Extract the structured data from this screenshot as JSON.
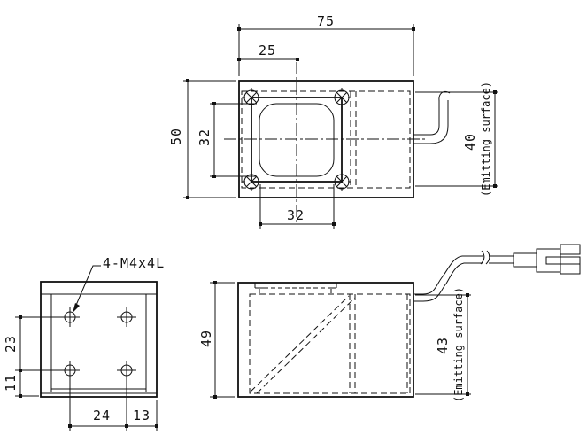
{
  "colors": {
    "line": "#111111",
    "background": "#ffffff"
  },
  "top_view": {
    "dim_overall_width": "75",
    "dim_lens_offset": "25",
    "dim_overall_height": "50",
    "dim_lens_height": "32",
    "dim_lens_width": "32",
    "dim_emitting_height": "40",
    "emitting_label": "(Emitting surface)"
  },
  "back_view": {
    "thread_callout": "4-M4x4L",
    "dim_hole_spacing_v": "23",
    "dim_hole_to_bottom": "11",
    "dim_hole_spacing_h": "24",
    "dim_hole_to_edge": "13"
  },
  "side_view": {
    "dim_overall_height": "49",
    "dim_emitting_height": "43",
    "emitting_label": "(Emitting surface)"
  }
}
